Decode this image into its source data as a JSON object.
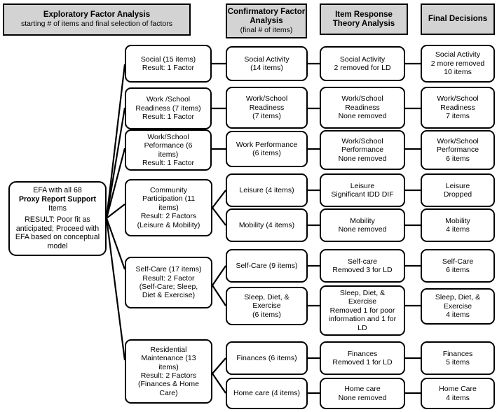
{
  "figure": {
    "type": "flowchart",
    "title": "Proxy Report Support scale development flow: EFA to CFA to IRT to Final Decisions",
    "columns": 4,
    "rows": 9
  },
  "headers": [
    {
      "title": "Exploratory Factor Analysis",
      "subtitle": "starting # of items and final selection of factors",
      "subtitle_bold": false
    },
    {
      "title": "Confirmatory\nFactor Analysis",
      "subtitle": "(final # of items)",
      "subtitle_bold": false
    },
    {
      "title": "Item Response\nTheory Analysis",
      "subtitle": "",
      "subtitle_bold": false
    },
    {
      "title": "Final Decisions",
      "subtitle": "",
      "subtitle_bold": false
    }
  ],
  "root": {
    "line1": "EFA with all 68",
    "line2": "Proxy Report Support",
    "line3": "Items",
    "line4": "RESULT:  Poor fit as anticipated; Proceed with EFA based on conceptual model"
  },
  "efa": [
    {
      "id": "social",
      "text": "Social (15 items)\nResult: 1 Factor"
    },
    {
      "id": "work-school-readiness",
      "text": "Work /School\nReadiness (7 items)\nResult: 1 Factor"
    },
    {
      "id": "work-school-performance",
      "text": "Work/School\nPeformance (6\nitems)\nResult: 1 Factor"
    },
    {
      "id": "community-participation",
      "text": "Community\nParticipation  (11\nitems)\nResult: 2 Factors\n(Leisure & Mobility)"
    },
    {
      "id": "self-care",
      "text": "Self-Care (17 items)\nResult: 2 Factor\n(Self-Care; Sleep,\nDiet & Exercise)"
    },
    {
      "id": "residential-maintenance",
      "text": "Residential\nMaintenance (13\nitems)\nResult: 2 Factors\n(Finances & Home\nCare)"
    }
  ],
  "cfa": [
    {
      "id": "social-activity",
      "text": "Social Activity\n(14 items)"
    },
    {
      "id": "work-school-readiness",
      "text": "Work/School\nReadiness\n(7 items)"
    },
    {
      "id": "work-performance",
      "text": "Work Performance\n(6 items)"
    },
    {
      "id": "leisure",
      "text": "Leisure (4 items)"
    },
    {
      "id": "mobility",
      "text": "Mobility (4 items)"
    },
    {
      "id": "self-care",
      "text": "Self-Care (9 items)"
    },
    {
      "id": "sleep-diet-exercise",
      "text": "Sleep, Diet, &\nExercise\n(6 items)"
    },
    {
      "id": "finances",
      "text": "Finances (6 items)"
    },
    {
      "id": "home-care",
      "text": "Home care (4 items)"
    }
  ],
  "irt": [
    {
      "id": "social-activity",
      "text": "Social Activity\n2 removed for LD"
    },
    {
      "id": "work-school-readiness",
      "text": "Work/School\nReadiness\nNone removed"
    },
    {
      "id": "work-school-performance",
      "text": "Work/School\nPerformance\nNone removed"
    },
    {
      "id": "leisure",
      "text": "Leisure\nSignificant IDD DIF"
    },
    {
      "id": "mobility",
      "text": "Mobility\nNone removed"
    },
    {
      "id": "self-care",
      "text": "Self-care\nRemoved 3 for LD"
    },
    {
      "id": "sleep-diet-exercise",
      "text": "Sleep, Diet, &\nExercise\nRemoved 1 for poor\ninformation and 1 for\nLD"
    },
    {
      "id": "finances",
      "text": "Finances\nRemoved 1 for LD"
    },
    {
      "id": "home-care",
      "text": "Home care\nNone removed"
    }
  ],
  "final": [
    {
      "id": "social-activity",
      "text": "Social Activity\n2 more removed\n10 items"
    },
    {
      "id": "work-school-readiness",
      "text": "Work/School\nReadiness\n7 items"
    },
    {
      "id": "work-school-performance",
      "text": "Work/School\nPerformance\n6 items"
    },
    {
      "id": "leisure",
      "text": "Leisure\nDropped"
    },
    {
      "id": "mobility",
      "text": "Mobility\n4 items"
    },
    {
      "id": "self-care",
      "text": "Self-Care\n6 items"
    },
    {
      "id": "sleep-diet-exercise",
      "text": "Sleep, Diet, &\nExercise\n4 items"
    },
    {
      "id": "finances",
      "text": "Finances\n5 items"
    },
    {
      "id": "home-care",
      "text": "Home Care\n4 items"
    }
  ],
  "colors": {
    "header_fill": "#d3d3d3",
    "node_fill": "#ffffff",
    "stroke": "#000000",
    "background": "#ffffff"
  }
}
